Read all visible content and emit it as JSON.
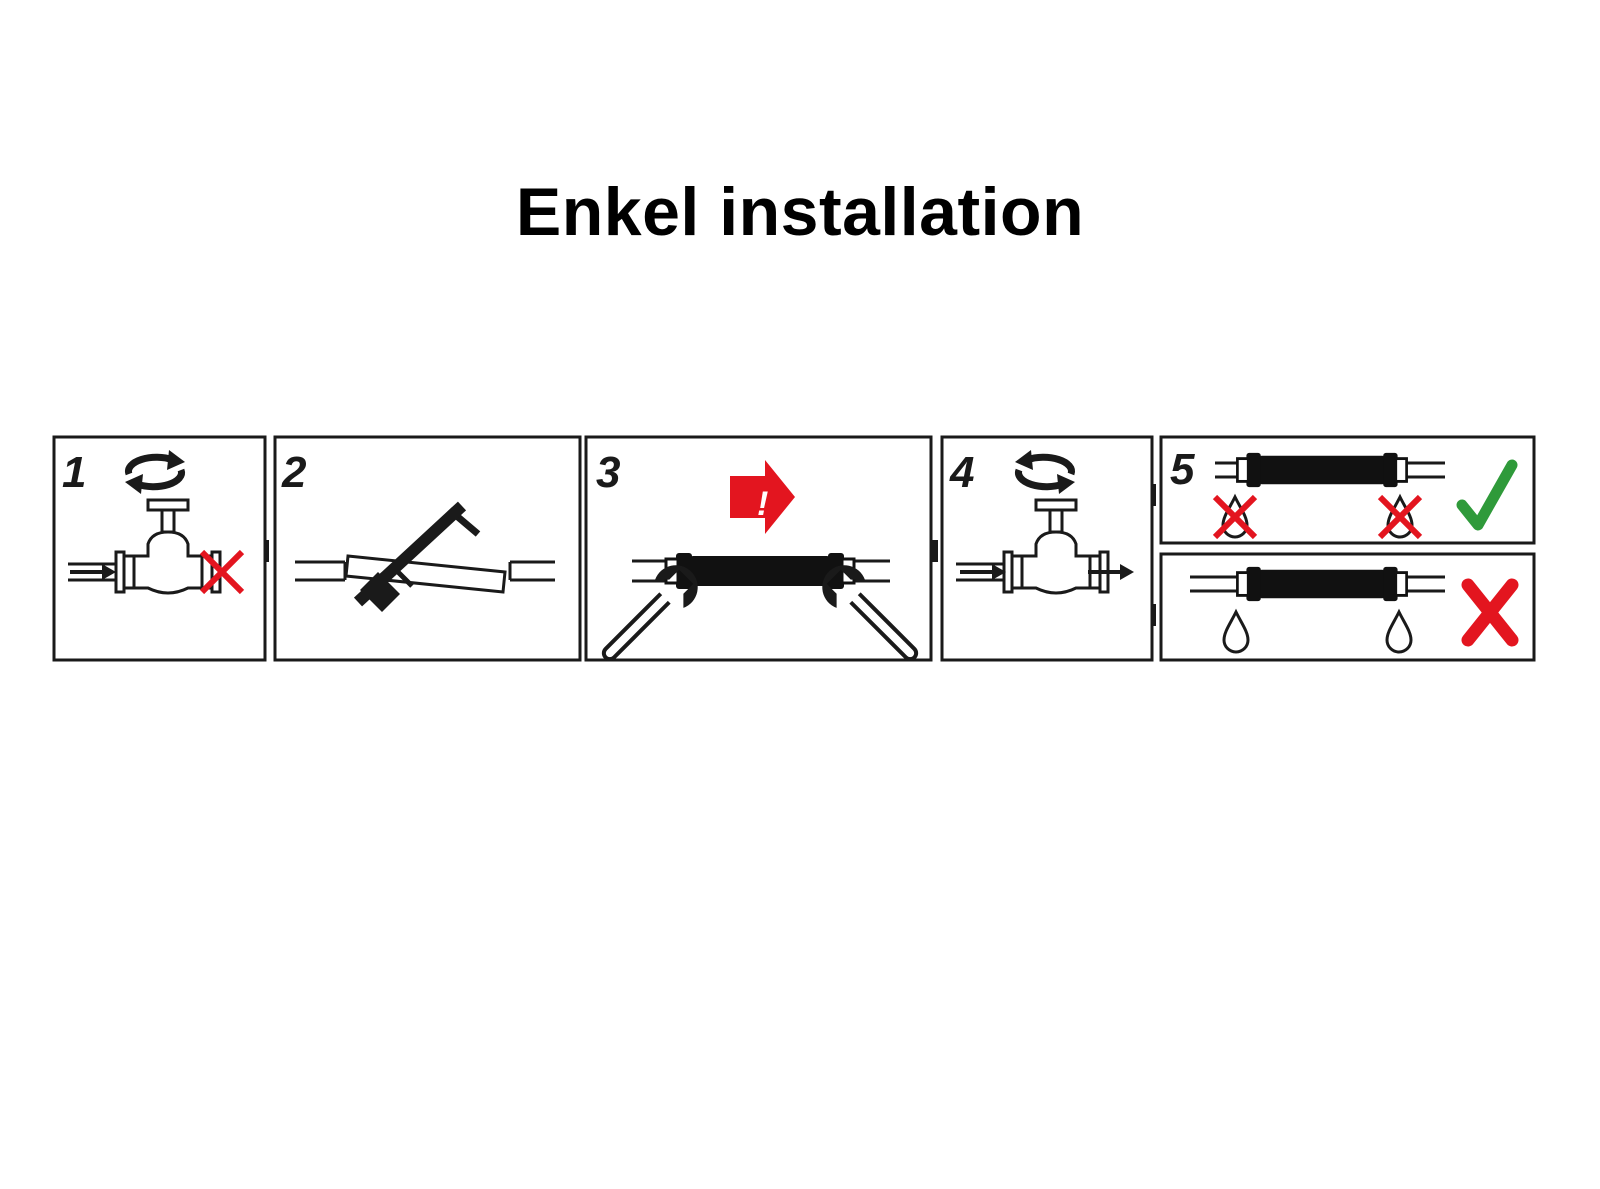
{
  "title": "Enkel installation",
  "steps": [
    {
      "number": "1",
      "icons": [
        "rotate-arrows-icon",
        "valve-icon",
        "flow-arrow-icon",
        "red-cross-icon"
      ]
    },
    {
      "number": "2",
      "icons": [
        "saw-icon",
        "pipe-icon"
      ]
    },
    {
      "number": "3",
      "icons": [
        "warning-arrow-icon",
        "pipe-coupling-icon",
        "wrench-icon",
        "wrench-icon"
      ]
    },
    {
      "number": "4",
      "icons": [
        "rotate-arrows-icon",
        "valve-icon",
        "flow-arrow-icon"
      ]
    },
    {
      "number": "5",
      "icons": [
        "pipe-coupling-icon",
        "crossed-drop-icon",
        "green-check-icon",
        "drop-icon",
        "red-cross-icon"
      ]
    }
  ],
  "colors": {
    "accent_red": "#e3151f",
    "check_green": "#2f9a3a",
    "ink": "#1a1a1a"
  }
}
